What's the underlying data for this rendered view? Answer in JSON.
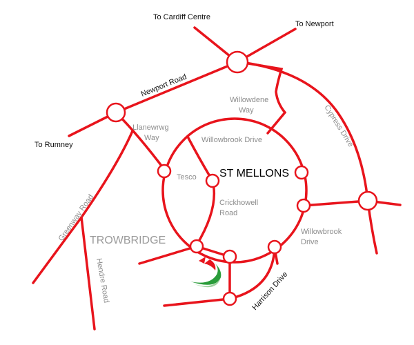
{
  "colors": {
    "road": "#e8141c",
    "roundabout_fill": "#ffffff",
    "label_grey": "#8c8c8c",
    "label_black": "#111111",
    "logo_green": "#2a9c3a",
    "logo_red": "#e8141c"
  },
  "labels": {
    "to_cardiff_centre": "To Cardiff Centre",
    "to_newport": "To Newport",
    "newport_road": "Newport Road",
    "to_rumney": "To Rumney",
    "willowdene_way_line1": "Willowdene",
    "willowdene_way_line2": "Way",
    "cypress_drive": "Cypress Drive",
    "llanewrwg_way_line1": "Llanewrwg",
    "llanewrwg_way_line2": "Way",
    "willowbrook_drive_top": "Willowbrook Drive",
    "tesco": "Tesco",
    "st_mellons": "ST MELLONS",
    "crickhowell_road_line1": "Crickhowell",
    "crickhowell_road_line2": "Road",
    "greenway_road": "Greenway Road",
    "trowbridge": "TROWBRIDGE",
    "willowbrook_drive_right_line1": "Willowbrook",
    "willowbrook_drive_right_line2": "Drive",
    "hendre_road": "Hendre Road",
    "harrison_drive": "Harrison Drive"
  },
  "icons": {
    "roundabout": "roundabout-circle",
    "logo": "swoosh-logo-icon"
  }
}
